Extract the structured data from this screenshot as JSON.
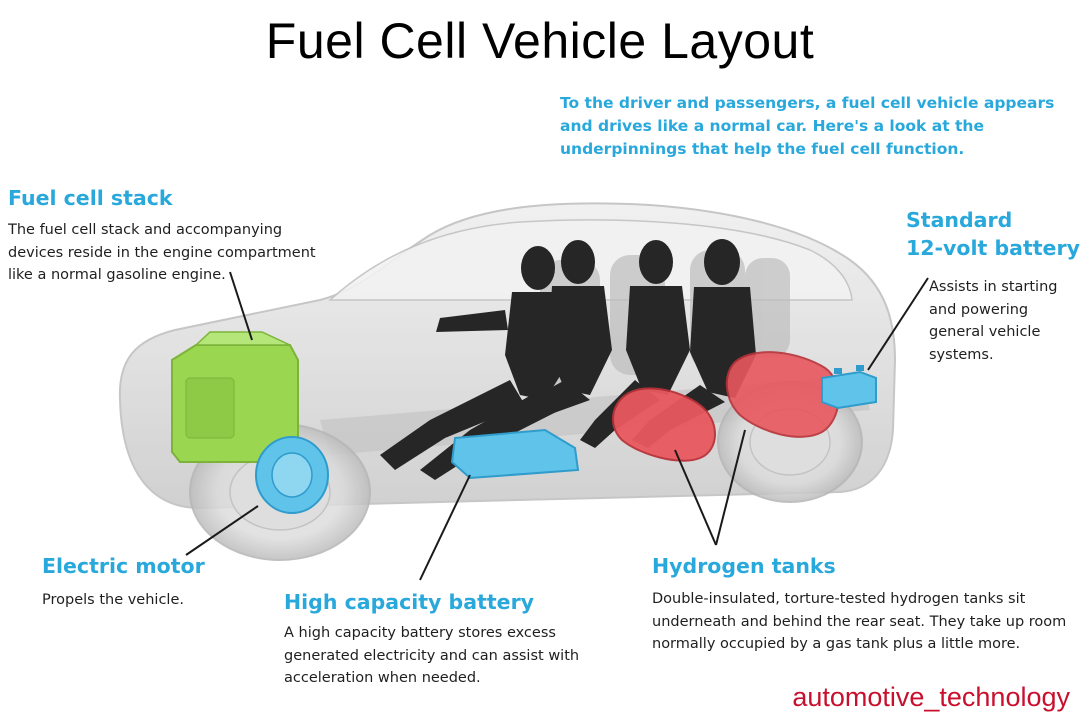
{
  "title": "Fuel Cell Vehicle Layout",
  "intro": "To the driver and passengers, a fuel cell vehicle appears and drives like a normal car. Here's a look at the underpinnings that help the fuel cell function.",
  "components": {
    "fuel_cell_stack": {
      "heading": "Fuel cell stack",
      "text": "The fuel cell stack and accompanying devices reside in the engine compartment like a normal gasoline engine."
    },
    "standard_battery": {
      "heading_line1": "Standard",
      "heading_line2": "12-volt battery",
      "text": "Assists in starting and powering general vehicle systems."
    },
    "electric_motor": {
      "heading": "Electric motor",
      "text": "Propels the vehicle."
    },
    "high_capacity_battery": {
      "heading": "High capacity battery",
      "text": "A high capacity battery stores excess generated electricity and can assist with acceleration when needed."
    },
    "hydrogen_tanks": {
      "heading": "Hydrogen tanks",
      "text": "Double-insulated, torture-tested hydrogen tanks sit underneath and behind the rear seat. They take up room normally occupied by a gas tank plus a little more."
    }
  },
  "watermark": "automotive_technology",
  "colors": {
    "accent_blue": "#29a8dc",
    "fuel_cell_green": "#9bd651",
    "tank_red": "#e8585e",
    "battery_blue": "#5fc3ea",
    "car_body_gray": "#d9d9d9",
    "mannequin": "#262626",
    "watermark_red": "#c8102e"
  }
}
